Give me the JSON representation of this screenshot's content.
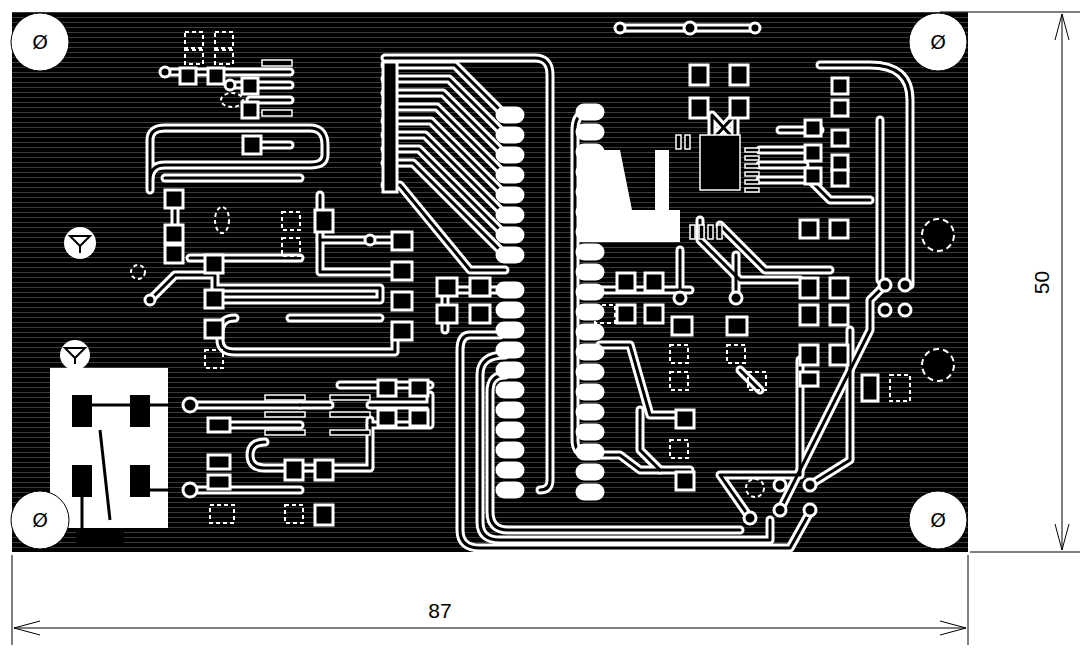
{
  "diagram": {
    "labels": [
      "Ø",
      "Ø",
      "50",
      "Ø",
      "Ø",
      "87"
    ]
  }
}
